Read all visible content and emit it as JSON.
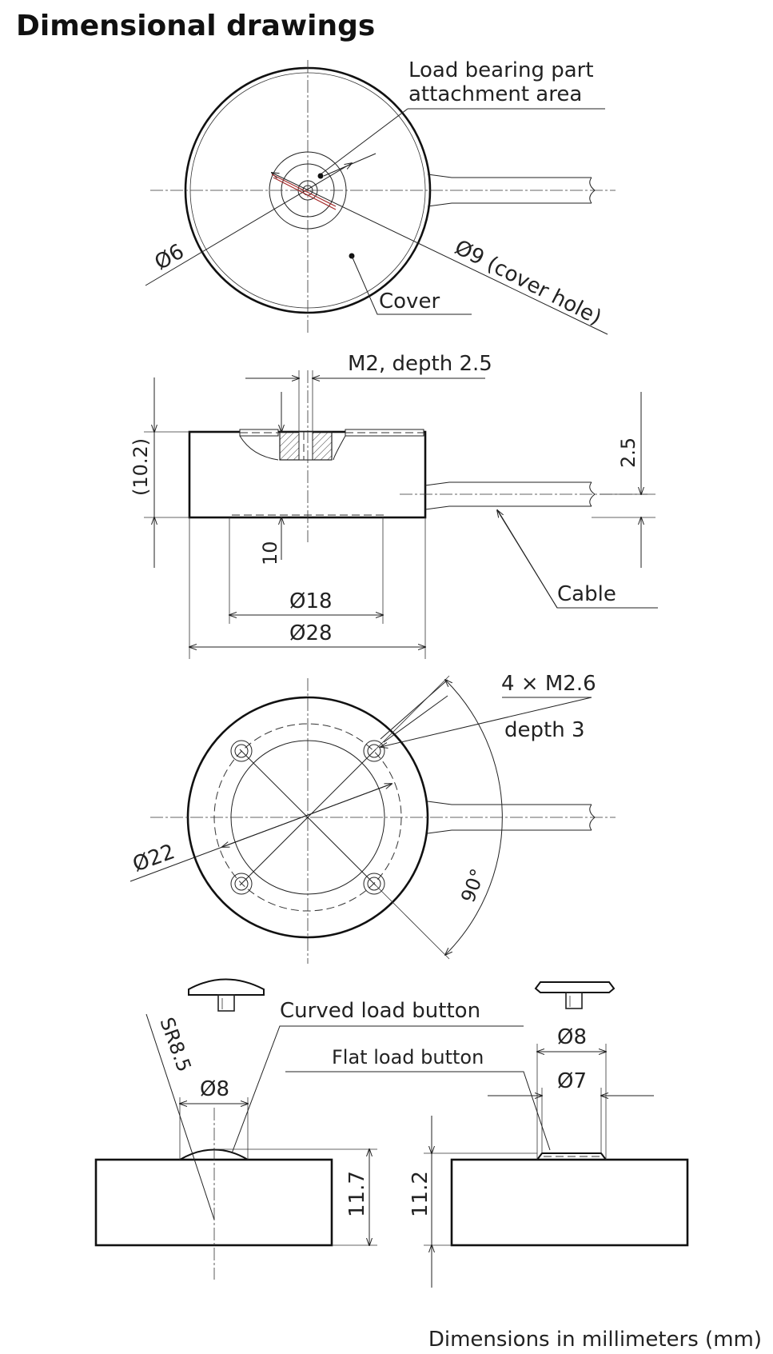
{
  "title": "Dimensional drawings",
  "top_view": {
    "label_attachment_line1": "Load bearing part",
    "label_attachment_line2": "attachment area",
    "label_cover": "Cover",
    "dim_hole": "Ø6",
    "dim_cover_hole": "Ø9 (cover hole)"
  },
  "side_view": {
    "label_thread": "M2, depth 2.5",
    "dim_height": "(10.2)",
    "dim_body": "10",
    "dim_cable_offset": "2.5",
    "dim_inner_dia": "Ø18",
    "dim_outer_dia": "Ø28",
    "label_cable": "Cable"
  },
  "bottom_view": {
    "label_holes_line1": "4 × M2.6",
    "label_holes_line2": "depth 3",
    "dim_pcd": "Ø22",
    "dim_angle": "90°"
  },
  "buttons": {
    "label_curved": "Curved load button",
    "label_flat": "Flat load button",
    "dim_radius": "SR8.5",
    "dim_curved_dia": "Ø8",
    "dim_flat_outer": "Ø8",
    "dim_flat_inner": "Ø7",
    "dim_curved_height": "11.7",
    "dim_flat_height": "11.2"
  },
  "footer": "Dimensions in millimeters (mm)"
}
